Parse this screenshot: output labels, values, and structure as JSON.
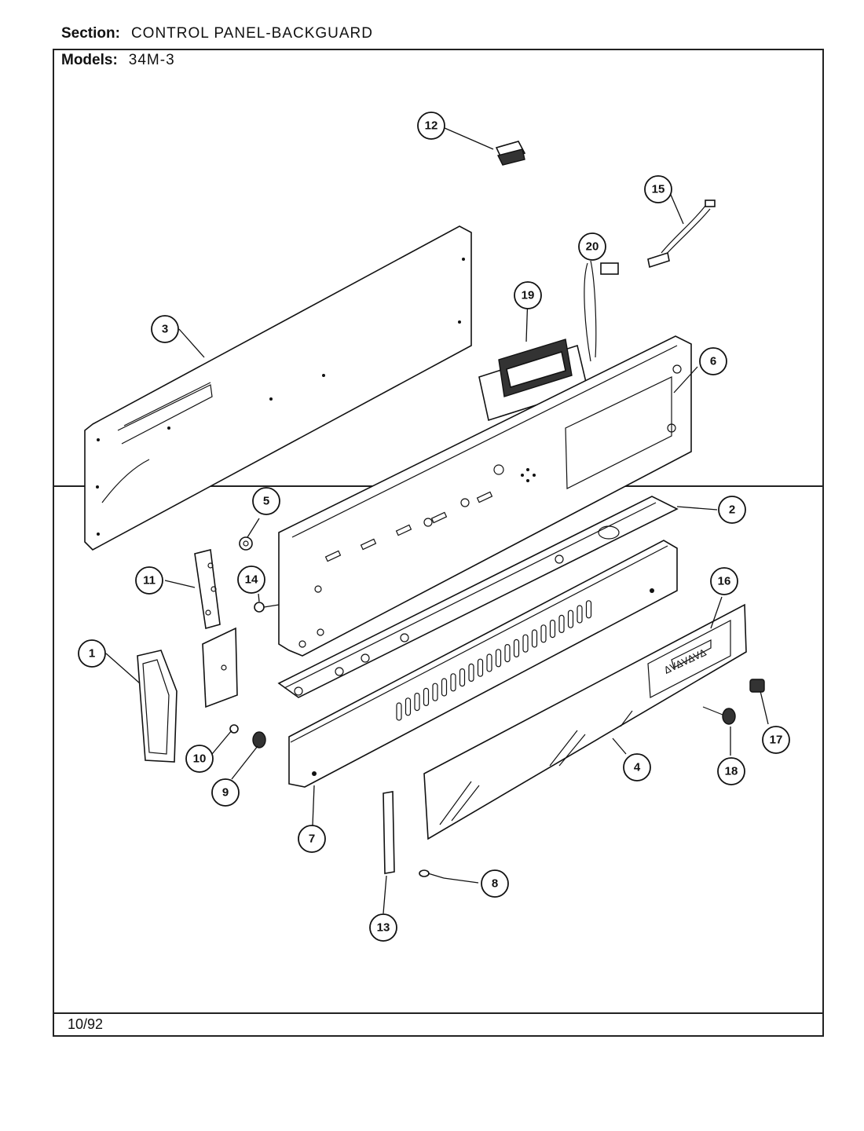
{
  "header": {
    "section_label": "Section:",
    "section_value": "CONTROL PANEL-BACKGUARD",
    "models_label": "Models:",
    "models_value": "34M-3"
  },
  "footer": {
    "date": "10/92"
  },
  "callouts": [
    "1",
    "2",
    "3",
    "4",
    "5",
    "6",
    "7",
    "8",
    "9",
    "10",
    "11",
    "12",
    "13",
    "14",
    "15",
    "16",
    "17",
    "18",
    "19",
    "20"
  ]
}
